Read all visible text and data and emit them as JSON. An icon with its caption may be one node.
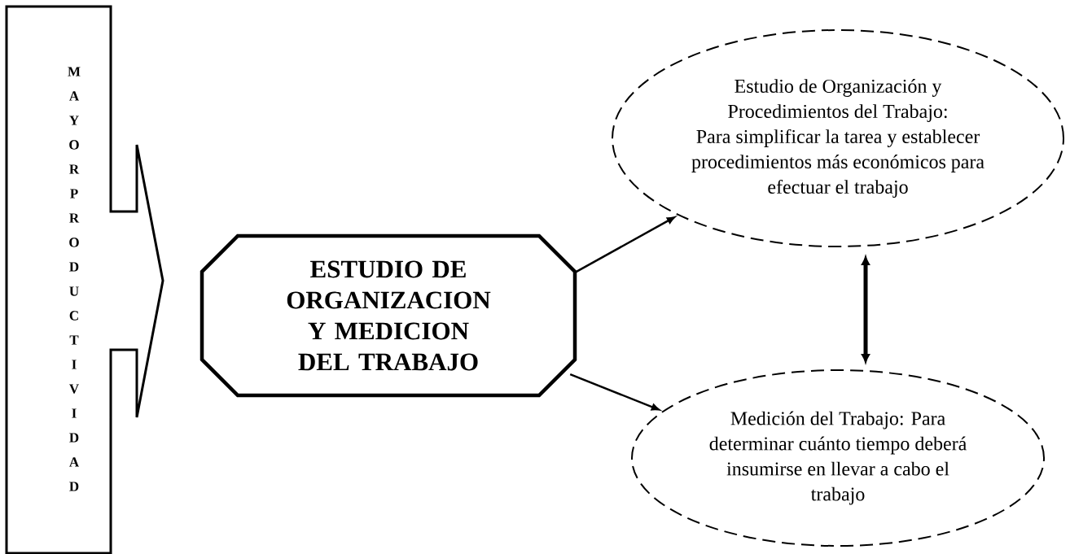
{
  "diagram": {
    "nodes": [
      {
        "text": [
          "MAYOR PRODUCTIVIDAD"
        ]
      },
      {
        "text": [
          "ESTUDIO DE ORGANIZACION Y MEDICION DEL TRABAJO"
        ]
      },
      {
        "text": [
          "Estudio de Organización y Procedimientos del Trabajo:",
          "Para simplificar la tarea y establecer procedimientos más económicos para efectuar el trabajo"
        ]
      },
      {
        "text": [
          "Medición del Trabajo: Para determinar cuánto tiempo deberá insumirse en llevar a cabo el trabajo"
        ]
      }
    ],
    "edges": [
      {
        "from": 1,
        "to": 2,
        "arrow": "to"
      },
      {
        "from": 1,
        "to": 3,
        "arrow": "to"
      },
      {
        "from": 2,
        "to": 3,
        "arrow": "both",
        "style": "thick"
      }
    ]
  }
}
